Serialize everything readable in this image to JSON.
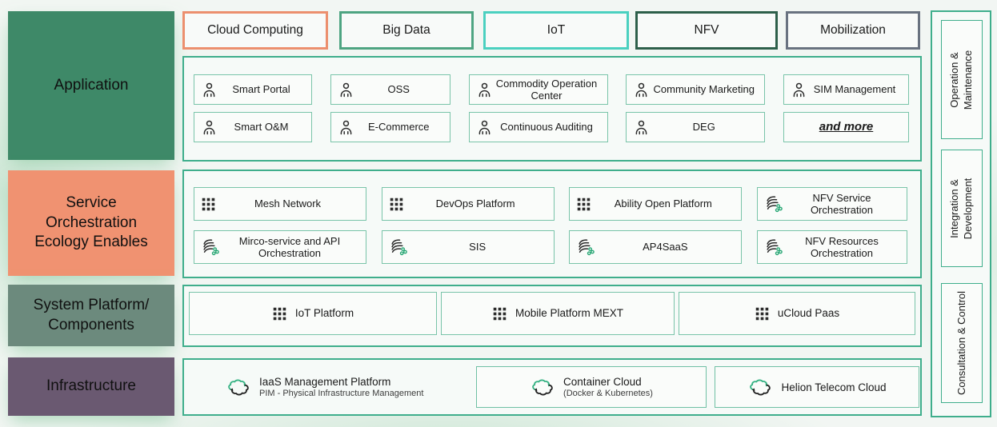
{
  "palette": {
    "page_bg": "#f2f6f3",
    "container_border": "#3fae8c",
    "item_border": "#79c4a9",
    "stream_icon_accent": "#2aa876"
  },
  "left_column": {
    "layers": [
      {
        "label": "Application",
        "color": "#3e8968"
      },
      {
        "label": "Service Orchestration Ecology Enables",
        "color": "#f09271"
      },
      {
        "label": "System Platform/ Components",
        "color": "#6c8a7d"
      },
      {
        "label": "Infrastructure",
        "color": "#6a5971"
      }
    ]
  },
  "top_categories": {
    "items": [
      {
        "label": "Cloud Computing",
        "border_color": "#ec8f6e"
      },
      {
        "label": "Big Data",
        "border_color": "#4ea482"
      },
      {
        "label": "IoT",
        "border_color": "#4bd0c0"
      },
      {
        "label": "NFV",
        "border_color": "#2d5f4a"
      },
      {
        "label": "Mobilization",
        "border_color": "#697280"
      }
    ]
  },
  "application_row": {
    "items": [
      {
        "label": "Smart Portal",
        "icon": "person-icon"
      },
      {
        "label": "OSS",
        "icon": "person-icon"
      },
      {
        "label": "Commodity Operation Center",
        "icon": "person-icon"
      },
      {
        "label": "Community Marketing",
        "icon": "person-icon"
      },
      {
        "label": "SIM Management",
        "icon": "person-icon"
      },
      {
        "label": "Smart O&M",
        "icon": "person-icon"
      },
      {
        "label": "E-Commerce",
        "icon": "person-icon"
      },
      {
        "label": "Continuous Auditing",
        "icon": "person-icon"
      },
      {
        "label": "DEG",
        "icon": "person-icon"
      },
      {
        "label": "and more",
        "icon": "none"
      }
    ]
  },
  "service_orchestration_row": {
    "items": [
      {
        "label": "Mesh Network",
        "icon": "grid-icon"
      },
      {
        "label": "DevOps Platform",
        "icon": "grid-icon"
      },
      {
        "label": "Ability Open Platform",
        "icon": "grid-icon"
      },
      {
        "label": "NFV Service Orchestration",
        "icon": "stream-icon"
      },
      {
        "label": "Mirco-service and API Orchestration",
        "icon": "stream-icon"
      },
      {
        "label": "SIS",
        "icon": "stream-icon"
      },
      {
        "label": "AP4SaaS",
        "icon": "stream-icon"
      },
      {
        "label": "NFV Resources Orchestration",
        "icon": "stream-icon"
      }
    ]
  },
  "system_platform_row": {
    "items": [
      {
        "label": "IoT Platform",
        "icon": "grid-icon"
      },
      {
        "label": "Mobile Platform MEXT",
        "icon": "grid-icon"
      },
      {
        "label": "uCloud Paas",
        "icon": "grid-icon"
      }
    ]
  },
  "infrastructure_row": {
    "items": [
      {
        "title": "IaaS Management Platform",
        "subtitle": "PIM - Physical Infrastructure Management",
        "icon": "cloud-sync-icon"
      },
      {
        "title": "Container Cloud",
        "subtitle": "(Docker & Kubernetes)",
        "icon": "cloud-sync-icon"
      },
      {
        "title": "Helion Telecom Cloud",
        "subtitle": "",
        "icon": "cloud-sync-icon"
      }
    ]
  },
  "right_column": {
    "items": [
      {
        "lines": [
          "Operation &",
          "Maintenance"
        ]
      },
      {
        "lines": [
          "Integration &",
          "Development"
        ]
      },
      {
        "lines": [
          "Consultation & Control",
          ""
        ]
      }
    ]
  }
}
